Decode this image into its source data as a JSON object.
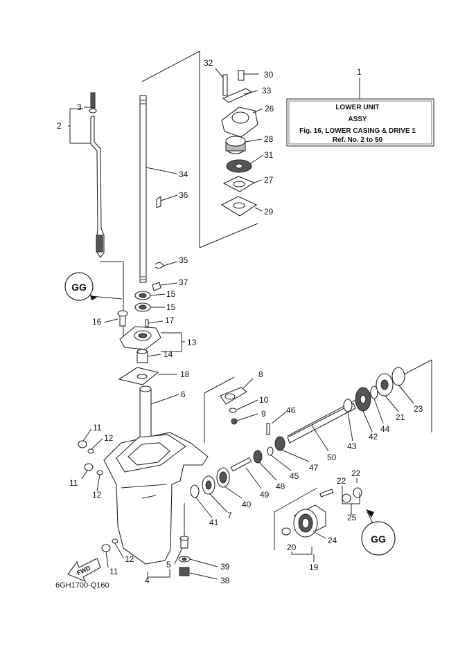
{
  "info_box": {
    "number": "1",
    "line1": "LOWER UNIT",
    "line2": "ASSY",
    "line3": "Fig. 16, LOWER CASING & DRIVE 1",
    "line4": "Ref. No. 2 to 50"
  },
  "reference_code": "6GH1700-Q160",
  "fwd_label": "FWD",
  "labels": {
    "p2": "2",
    "p3": "3",
    "p4": "4",
    "p5": "5",
    "p6": "6",
    "p7": "7",
    "p8": "8",
    "p9": "9",
    "p10": "10",
    "p11a": "11",
    "p11b": "11",
    "p11c": "11",
    "p12a": "12",
    "p12b": "12",
    "p12c": "12",
    "p13": "13",
    "p14": "14",
    "p15a": "15",
    "p15b": "15",
    "p16": "16",
    "p17": "17",
    "p18": "18",
    "p19": "19",
    "p20": "20",
    "p21": "21",
    "p22a": "22",
    "p22b": "22",
    "p23": "23",
    "p24": "24",
    "p25": "25",
    "p26": "26",
    "p27": "27",
    "p28": "28",
    "p29": "29",
    "p30": "30",
    "p31": "31",
    "p32": "32",
    "p33": "33",
    "p34": "34",
    "p35": "35",
    "p36": "36",
    "p37": "37",
    "p38": "38",
    "p39": "39",
    "p40": "40",
    "p41": "41",
    "p42": "42",
    "p43": "43",
    "p44": "44",
    "p45": "45",
    "p46": "46",
    "p47": "47",
    "p48": "48",
    "p49": "49",
    "p50": "50"
  }
}
